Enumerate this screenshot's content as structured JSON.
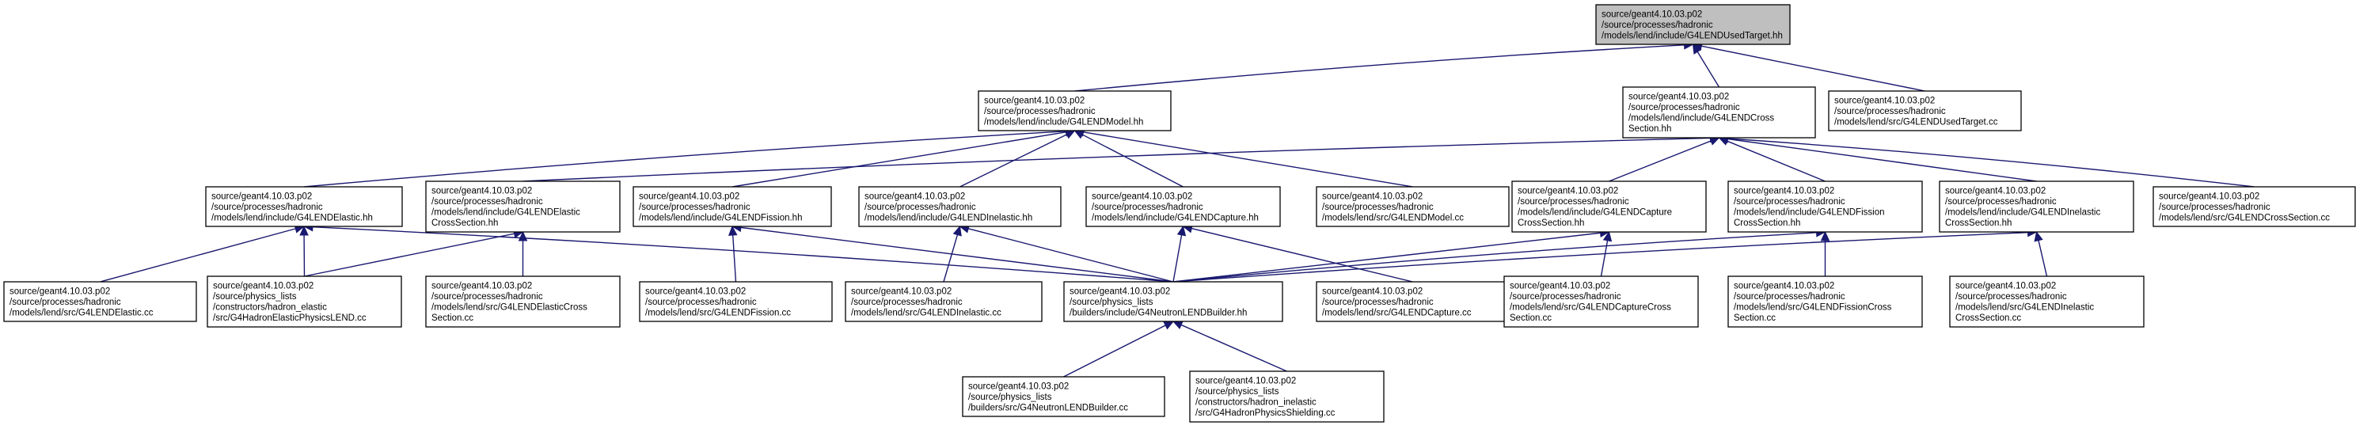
{
  "nodes": [
    {
      "id": "n0",
      "lines": [
        "source/geant4.10.03.p02",
        "/source/processes/hadronic",
        "/models/lend/include/G4LENDUsedTarget.hh"
      ],
      "root": true
    },
    {
      "id": "n1",
      "lines": [
        "source/geant4.10.03.p02",
        "/source/processes/hadronic",
        "/models/lend/include/G4LENDModel.hh"
      ]
    },
    {
      "id": "n2",
      "lines": [
        "source/geant4.10.03.p02",
        "/source/processes/hadronic",
        "/models/lend/include/G4LENDCross",
        "Section.hh"
      ]
    },
    {
      "id": "n3",
      "lines": [
        "source/geant4.10.03.p02",
        "/source/processes/hadronic",
        "/models/lend/src/G4LENDUsedTarget.cc"
      ]
    },
    {
      "id": "n4",
      "lines": [
        "source/geant4.10.03.p02",
        "/source/processes/hadronic",
        "/models/lend/include/G4LENDElastic.hh"
      ]
    },
    {
      "id": "n5",
      "lines": [
        "source/geant4.10.03.p02",
        "/source/processes/hadronic",
        "/models/lend/include/G4LENDElastic",
        "CrossSection.hh"
      ]
    },
    {
      "id": "n6",
      "lines": [
        "source/geant4.10.03.p02",
        "/source/processes/hadronic",
        "/models/lend/include/G4LENDFission.hh"
      ]
    },
    {
      "id": "n7",
      "lines": [
        "source/geant4.10.03.p02",
        "/source/processes/hadronic",
        "/models/lend/include/G4LENDInelastic.hh"
      ]
    },
    {
      "id": "n8",
      "lines": [
        "source/geant4.10.03.p02",
        "/source/processes/hadronic",
        "/models/lend/include/G4LENDCapture.hh"
      ]
    },
    {
      "id": "n9",
      "lines": [
        "source/geant4.10.03.p02",
        "/source/processes/hadronic",
        "/models/lend/src/G4LENDModel.cc"
      ]
    },
    {
      "id": "n10",
      "lines": [
        "source/geant4.10.03.p02",
        "/source/processes/hadronic",
        "/models/lend/include/G4LENDCapture",
        "CrossSection.hh"
      ]
    },
    {
      "id": "n11",
      "lines": [
        "source/geant4.10.03.p02",
        "/source/processes/hadronic",
        "/models/lend/include/G4LENDFission",
        "CrossSection.hh"
      ]
    },
    {
      "id": "n12",
      "lines": [
        "source/geant4.10.03.p02",
        "/source/processes/hadronic",
        "/models/lend/include/G4LENDInelastic",
        "CrossSection.hh"
      ]
    },
    {
      "id": "n13",
      "lines": [
        "source/geant4.10.03.p02",
        "/source/processes/hadronic",
        "/models/lend/src/G4LENDCrossSection.cc"
      ]
    },
    {
      "id": "n14",
      "lines": [
        "source/geant4.10.03.p02",
        "/source/processes/hadronic",
        "/models/lend/src/G4LENDElastic.cc"
      ]
    },
    {
      "id": "n15",
      "lines": [
        "source/geant4.10.03.p02",
        "/source/physics_lists",
        "/constructors/hadron_elastic",
        "/src/G4HadronElasticPhysicsLEND.cc"
      ]
    },
    {
      "id": "n16",
      "lines": [
        "source/geant4.10.03.p02",
        "/source/processes/hadronic",
        "/models/lend/src/G4LENDElasticCross",
        "Section.cc"
      ]
    },
    {
      "id": "n17",
      "lines": [
        "source/geant4.10.03.p02",
        "/source/processes/hadronic",
        "/models/lend/src/G4LENDFission.cc"
      ]
    },
    {
      "id": "n18",
      "lines": [
        "source/geant4.10.03.p02",
        "/source/processes/hadronic",
        "/models/lend/src/G4LENDInelastic.cc"
      ]
    },
    {
      "id": "n19",
      "lines": [
        "source/geant4.10.03.p02",
        "/source/physics_lists",
        "/builders/include/G4NeutronLENDBuilder.hh"
      ]
    },
    {
      "id": "n20",
      "lines": [
        "source/geant4.10.03.p02",
        "/source/processes/hadronic",
        "/models/lend/src/G4LENDCapture.cc"
      ]
    },
    {
      "id": "n21",
      "lines": [
        "source/geant4.10.03.p02",
        "/source/processes/hadronic",
        "/models/lend/src/G4LENDCaptureCross",
        "Section.cc"
      ]
    },
    {
      "id": "n22",
      "lines": [
        "source/geant4.10.03.p02",
        "/source/processes/hadronic",
        "/models/lend/src/G4LENDFissionCross",
        "Section.cc"
      ]
    },
    {
      "id": "n23",
      "lines": [
        "source/geant4.10.03.p02",
        "/source/processes/hadronic",
        "/models/lend/src/G4LENDInelastic",
        "CrossSection.cc"
      ]
    },
    {
      "id": "n24",
      "lines": [
        "source/geant4.10.03.p02",
        "/source/physics_lists",
        "/builders/src/G4NeutronLENDBuilder.cc"
      ]
    },
    {
      "id": "n25",
      "lines": [
        "source/geant4.10.03.p02",
        "/source/physics_lists",
        "/constructors/hadron_inelastic",
        "/src/G4HadronPhysicsShielding.cc"
      ]
    }
  ],
  "edges": [
    [
      "n1",
      "n0"
    ],
    [
      "n2",
      "n0"
    ],
    [
      "n3",
      "n0"
    ],
    [
      "n4",
      "n1"
    ],
    [
      "n5",
      "n2"
    ],
    [
      "n6",
      "n1"
    ],
    [
      "n7",
      "n1"
    ],
    [
      "n8",
      "n1"
    ],
    [
      "n9",
      "n1"
    ],
    [
      "n10",
      "n2"
    ],
    [
      "n11",
      "n2"
    ],
    [
      "n12",
      "n2"
    ],
    [
      "n13",
      "n2"
    ],
    [
      "n14",
      "n4"
    ],
    [
      "n15",
      "n4"
    ],
    [
      "n19",
      "n4"
    ],
    [
      "n15",
      "n5"
    ],
    [
      "n16",
      "n5"
    ],
    [
      "n17",
      "n6"
    ],
    [
      "n19",
      "n6"
    ],
    [
      "n18",
      "n7"
    ],
    [
      "n19",
      "n7"
    ],
    [
      "n19",
      "n8"
    ],
    [
      "n20",
      "n8"
    ],
    [
      "n19",
      "n10"
    ],
    [
      "n21",
      "n10"
    ],
    [
      "n19",
      "n11"
    ],
    [
      "n22",
      "n11"
    ],
    [
      "n19",
      "n12"
    ],
    [
      "n23",
      "n12"
    ],
    [
      "n24",
      "n19"
    ],
    [
      "n25",
      "n19"
    ]
  ]
}
